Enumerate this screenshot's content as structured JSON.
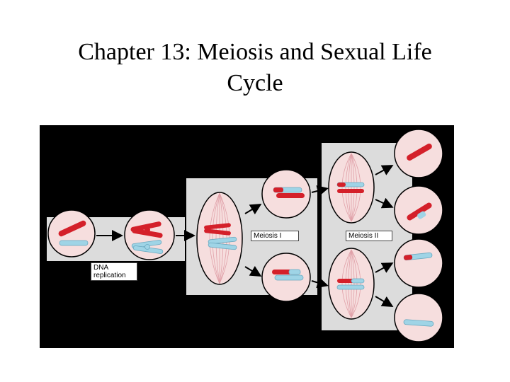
{
  "title": {
    "line1": "Chapter 13: Meiosis and Sexual Life",
    "line2": "Cycle"
  },
  "figure": {
    "dna_replication_label": {
      "line1": "DNA",
      "line2": "replication"
    },
    "meiosis1_label": "Meiosis I",
    "meiosis2_label": "Meiosis II",
    "colors": {
      "maternal": "#d4202a",
      "paternal": "#9fd4e6",
      "cell": "#f6dede",
      "panel": "#dcdcdc",
      "spindle": "#f0b8bd"
    }
  }
}
